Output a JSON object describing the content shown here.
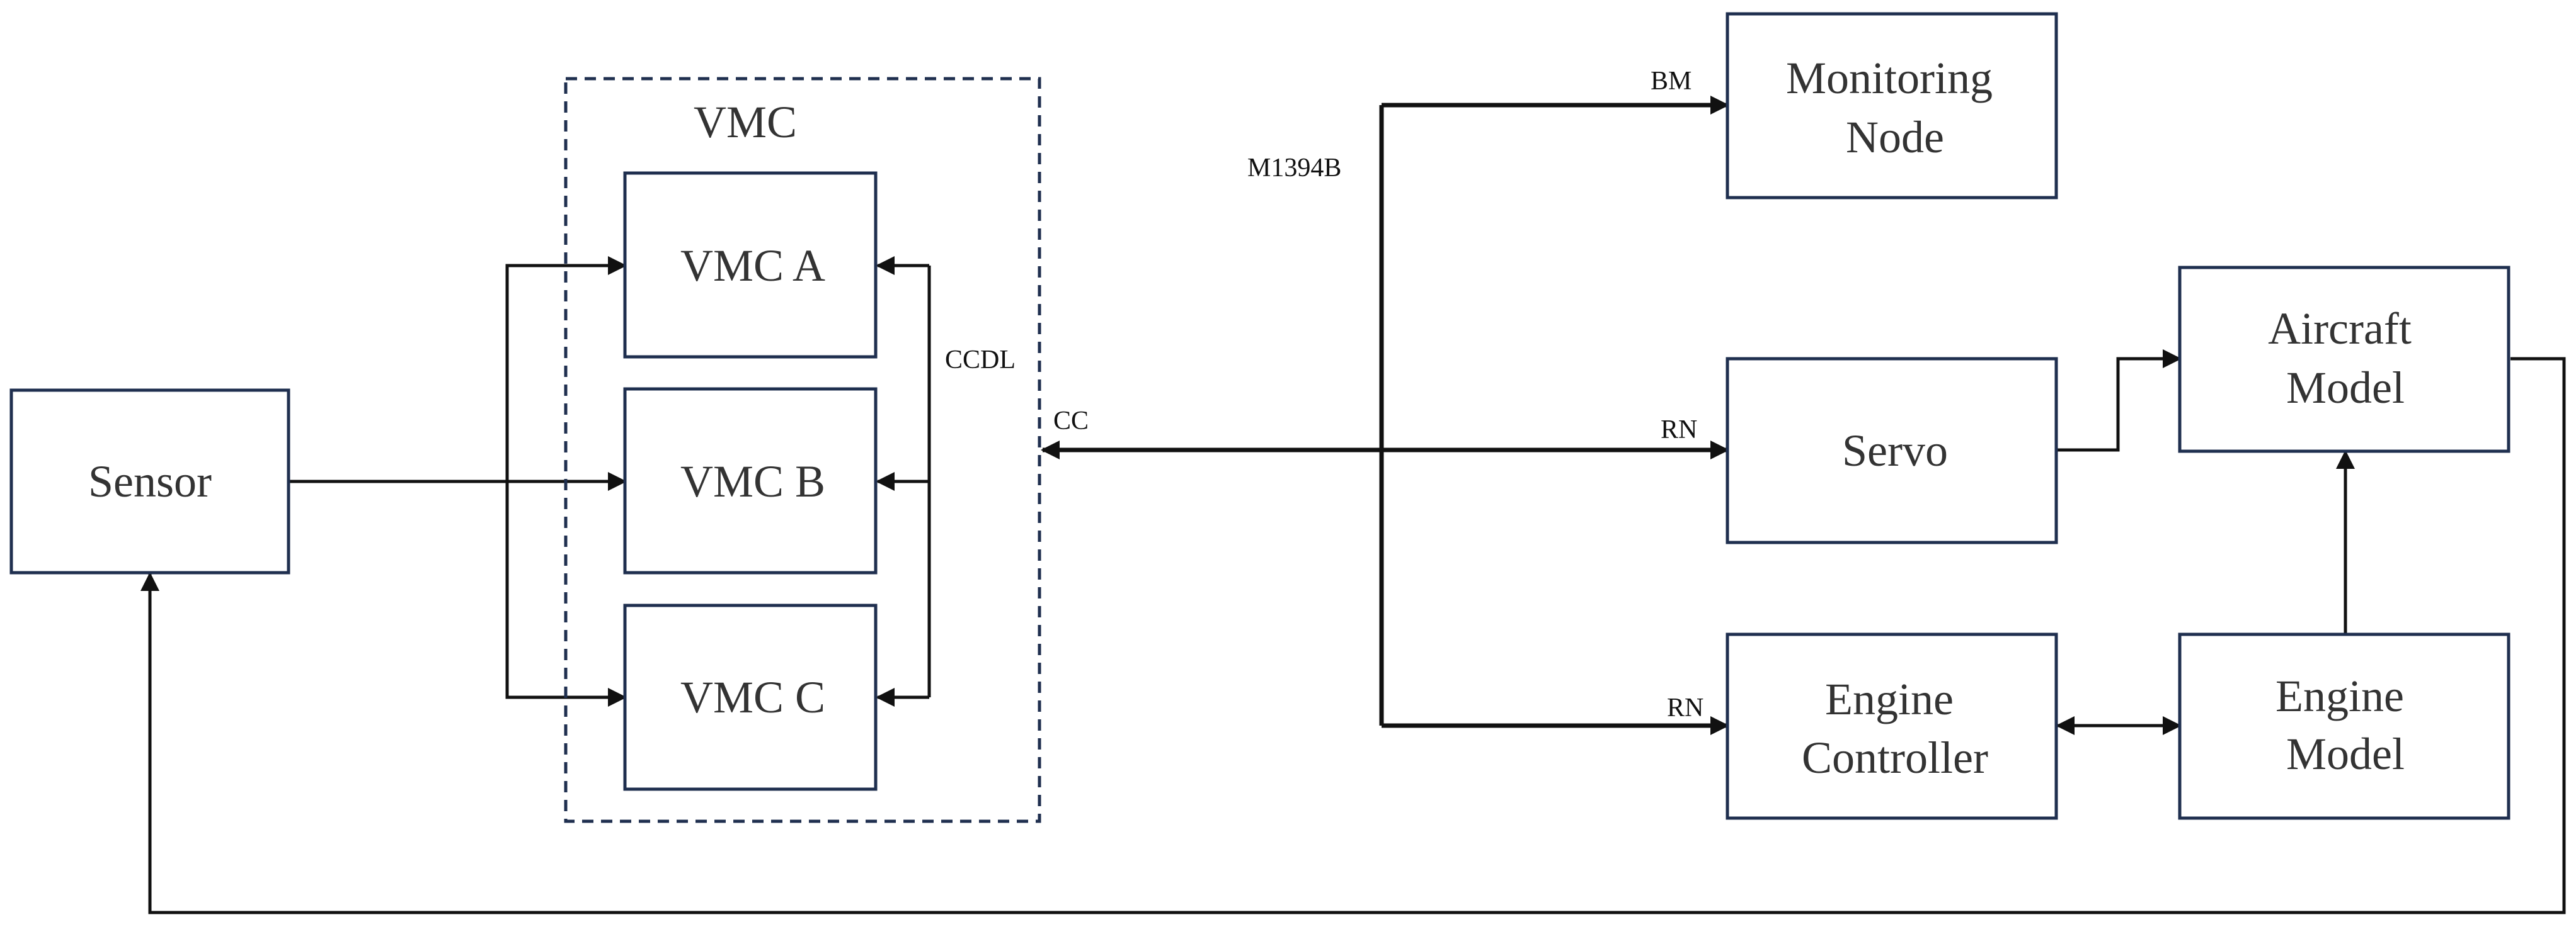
{
  "nodes": {
    "sensor": "Sensor",
    "vmc_a": "VMC A",
    "vmc_b": "VMC B",
    "vmc_c": "VMC C",
    "monitoring_node": [
      "Monitoring",
      "Node"
    ],
    "servo": "Servo",
    "engine_controller": [
      "Engine",
      "Controller"
    ],
    "aircraft_model": [
      "Aircraft",
      "Model"
    ],
    "engine_model": [
      "Engine",
      "Model"
    ]
  },
  "groups": {
    "vmc": "VMC"
  },
  "edge_labels": {
    "ccdl": "CCDL",
    "cc": "CC",
    "m1394b": "M1394B",
    "bm": "BM",
    "rn_servo": "RN",
    "rn_engine": "RN"
  },
  "colors": {
    "box_stroke": "#1f2f4f",
    "line": "#111111",
    "text": "#333333"
  }
}
